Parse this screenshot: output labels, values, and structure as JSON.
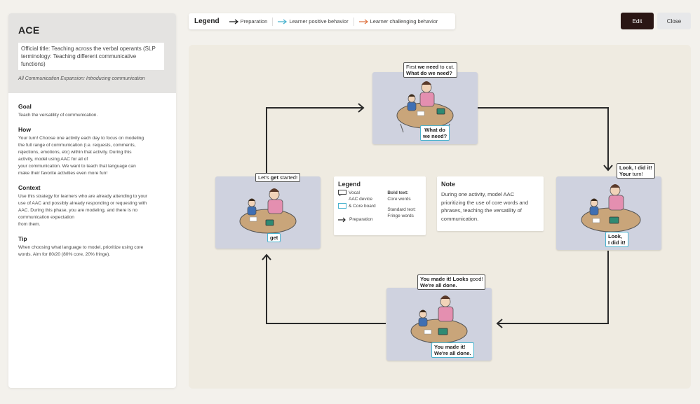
{
  "sidebar": {
    "title": "ACE",
    "official_title": "Official title: Teaching across the verbal operants (SLP terminology: Teaching different communicative functions)",
    "subtitle": "All Communication Expansion: Introducing communication",
    "goal_heading": "Goal",
    "goal_text": "Teach the versatility of communication.",
    "how_heading": "How",
    "how_text": "Your turn! Choose one activity each day to focus on modeling\nthe full range of communication (i.e. requests, comments,\nrejections, emotions, etc) within that activity. During this\nactivity, model using AAC for all of\nyour communication. We want to teach that language can\nmake their favorite activities even more fun!",
    "context_heading": "Context",
    "context_text": "Use this strategy for learners who are already attending to your\nuse of AAC and possibly already responding or requesting with\nAAC. During this phase, you are modeling, and there is no\ncommunication expectation\nfrom them.",
    "tip_heading": "Tip",
    "tip_text": "When choosing what language to model, prioritize using core\nwords. Aim for 80/20 (80% core, 20% fringe)."
  },
  "legend_bar": {
    "title": "Legend",
    "items": [
      {
        "label": "Preparation",
        "color": "#222222"
      },
      {
        "label": "Learner positive behavior",
        "color": "#4ab3cf"
      },
      {
        "label": "Learner challenging behavior",
        "color": "#e07a4a"
      }
    ]
  },
  "buttons": {
    "edit": "Edit",
    "close": "Close"
  },
  "scenes": {
    "top": {
      "speech_a": "First ",
      "speech_b": "we need",
      "speech_c": " to cut.",
      "speech_d": "What do we need?",
      "device": "What do\nwe need?"
    },
    "right": {
      "speech_a": "Look, I did it!",
      "speech_b": "Your",
      "speech_c": " turn!",
      "device": "Look,\nI did it!"
    },
    "bottom": {
      "speech_a": "You made it! Looks ",
      "speech_b": "good!",
      "speech_c": "We're all done.",
      "device": "You made it!\nWe're all done."
    },
    "left": {
      "speech_a": "Let's ",
      "speech_b": "get",
      "speech_c": " started!",
      "device": "get"
    }
  },
  "legend_box": {
    "title": "Legend",
    "vocal_a": "Vocal",
    "vocal_b": "AAC device",
    "core": "& Core board",
    "prep": "Preparation",
    "bold_title": "Bold text:",
    "bold_desc": "Core words",
    "std_title": "Standard text:",
    "std_desc": "Fringe words"
  },
  "note": {
    "title": "Note",
    "text": "During one activity, model AAC prioritizing the use of core words and phrases, teaching the versatility of communication."
  },
  "colors": {
    "scene_bg": "#cfd2df",
    "canvas_bg": "#efebe1",
    "accent_blue": "#4ab3cf",
    "accent_orange": "#e07a4a",
    "dark_button": "#2a1614"
  }
}
